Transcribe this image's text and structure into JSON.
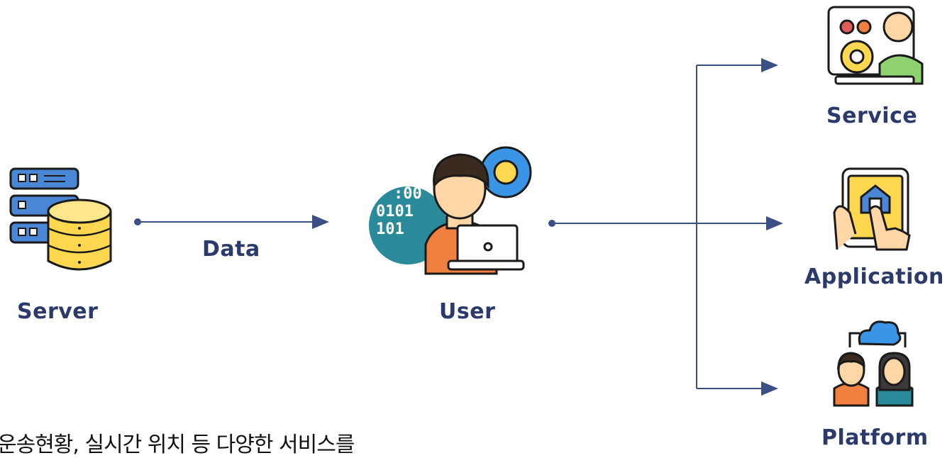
{
  "nodes": {
    "server": "Server",
    "user": "User",
    "service": "Service",
    "application": "Application",
    "platform": "Platform"
  },
  "edges": {
    "data_label": "Data"
  },
  "caption": "운송현황, 실시간 위치 등 다양한 서비스를",
  "colors": {
    "line": "#3b4f86",
    "label": "#2b3a6b",
    "db_yellow": "#ffd84f",
    "server_blue": "#4a86d6",
    "teal": "#2a8a9a",
    "orange": "#f08040",
    "gear_blue": "#3a95e6"
  },
  "icons": [
    "server-database-icon",
    "user-developer-icon",
    "customer-service-icon",
    "tablet-application-icon",
    "cloud-platform-icon"
  ]
}
